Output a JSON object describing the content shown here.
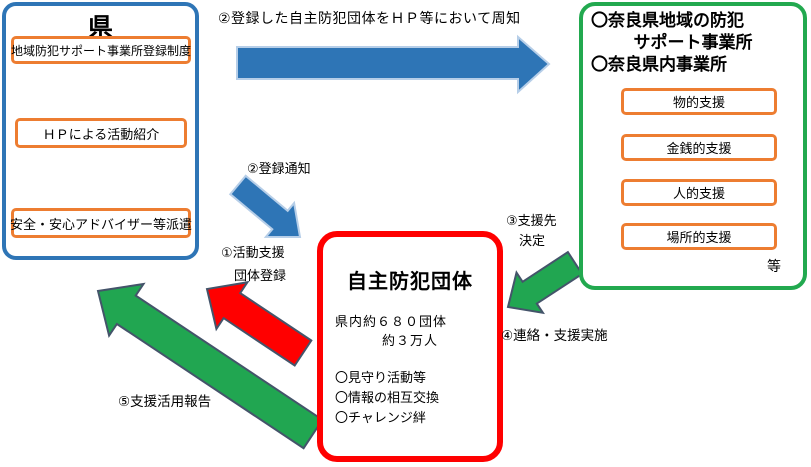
{
  "prefecture_box": {
    "title": "県",
    "items": [
      "地域防犯サポート事業所登録制度",
      "ＨＰによる活動紹介",
      "安全・安心アドバイザー等派遣"
    ]
  },
  "support_box": {
    "title_line1": "〇奈良県地域の防犯",
    "title_line2": "サポート事業所",
    "title_line3": "〇奈良県内事業所",
    "items": [
      "物的支援",
      "金銭的支援",
      "人的支援",
      "場所的支援"
    ],
    "etc_label": "等"
  },
  "group_box": {
    "title": "自主防犯団体",
    "stat_line1": "県内約６８０団体",
    "stat_line2": "約３万人",
    "activities": [
      "〇見守り活動等",
      "〇情報の相互交換",
      "〇チャレンジ絆"
    ]
  },
  "arrow_labels": {
    "publicize": "②登録した自主防犯団体をＨＰ等において周知",
    "registration_notice": "②登録通知",
    "activity_support_line1": "①活動支援",
    "activity_support_line2": "団体登録",
    "support_decision_line1": "③支援先",
    "support_decision_line2": "決定",
    "contact_support": "④連絡・支援実施",
    "usage_report": "⑤支援活用報告"
  },
  "colors": {
    "blue_fill": "#2E75B6",
    "blue_stroke": "#B6CEE8",
    "green_fill": "#21A651",
    "red_fill": "#FF0000",
    "dark_stroke": "#44546A",
    "orange_border": "#ED7D31",
    "green_border": "#22A94F",
    "red_border": "#FF0000",
    "blue_border": "#2E75B6"
  }
}
